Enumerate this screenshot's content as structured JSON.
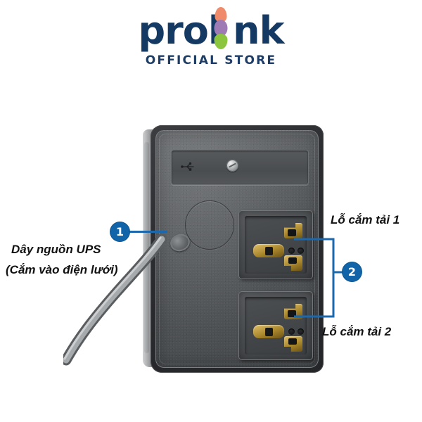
{
  "brand": {
    "logo_text_left": "prol",
    "logo_text_right": "nk",
    "logo_full": "prolink",
    "tagline": "OFFICIAL STORE",
    "colors": {
      "navy": "#143a63",
      "dot_top": "#ef8a6a",
      "dot_mid": "#9f7bb5",
      "dot_bottom": "#8cc63e",
      "callout_blue": "#1264a8"
    }
  },
  "product": {
    "name": "UPS rear panel",
    "body_color": "#5b5e61",
    "shell_color": "#2b2c2f",
    "ports": {
      "usb_icon": "usb-icon",
      "screw": "phillips-screw"
    },
    "sockets": [
      {
        "id": 1,
        "type": "universal-ac-outlet"
      },
      {
        "id": 2,
        "type": "universal-ac-outlet"
      }
    ]
  },
  "callouts": [
    {
      "number": "1",
      "title": "Dây nguồn UPS",
      "subtitle": "(Cắm vào điện lưới)",
      "side": "left"
    },
    {
      "number": "2",
      "title_top": "Lỗ cắm tải 1",
      "title_bottom": "Lỗ cắm tải 2",
      "side": "right"
    }
  ],
  "labels": {
    "cord_line1": "Dây nguồn UPS",
    "cord_line2": "(Cắm vào điện lưới)",
    "load_socket_1": "Lỗ cắm tải 1",
    "load_socket_2": "Lỗ cắm tải 2",
    "badge_1": "1",
    "badge_2": "2"
  }
}
